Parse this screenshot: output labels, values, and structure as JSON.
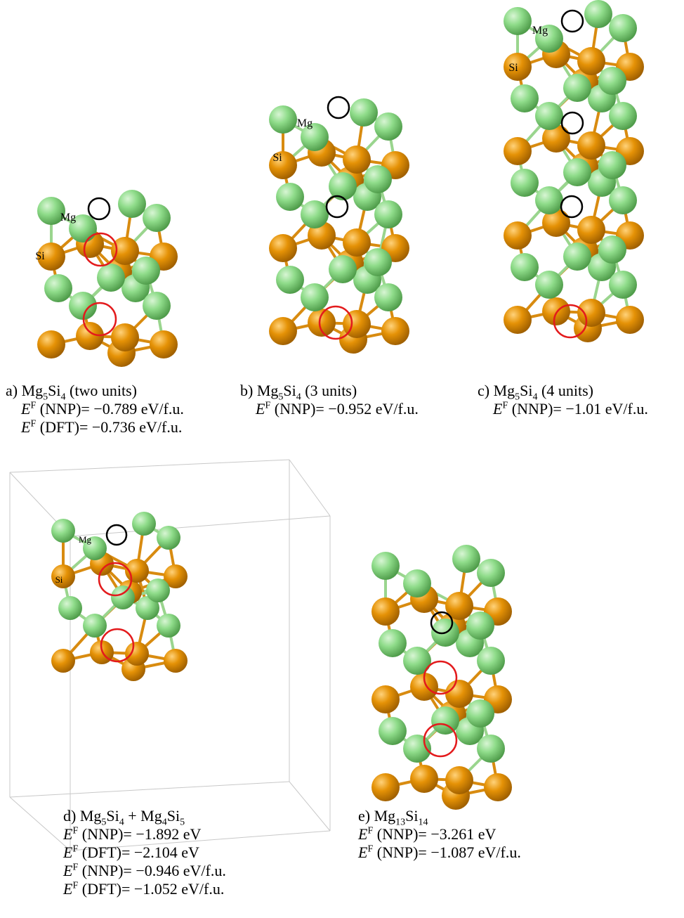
{
  "colors": {
    "mg": "#8fdc8a",
    "mg_dark": "#58a852",
    "si": "#e59206",
    "si_dark": "#b36c00",
    "bond_mg": "#9ad58e",
    "bond_si": "#d88b10",
    "highlight": "#e31a1c",
    "vacancy": "#000000",
    "cell": "#c8c8c8"
  },
  "atom_labels": {
    "mg": "Mg",
    "si": "Si"
  },
  "panels": [
    {
      "id": "a",
      "title": "a) Mg5Si4 (two units)",
      "title_parts": [
        "a) Mg",
        "5",
        "Si",
        "4",
        " (two units)"
      ],
      "lines": [
        [
          "E",
          "F",
          " (NNP)= −0.789 eV/f.u."
        ],
        [
          "E",
          "F",
          " (DFT)= −0.736 eV/f.u."
        ]
      ]
    },
    {
      "id": "b",
      "title": "b) Mg5Si4 (3 units)",
      "title_parts": [
        "b) Mg",
        "5",
        "Si",
        "4",
        " (3 units)"
      ],
      "lines": [
        [
          "E",
          "F",
          " (NNP)= −0.952 eV/f.u."
        ]
      ]
    },
    {
      "id": "c",
      "title": "c) Mg5Si4 (4 units)",
      "title_parts": [
        "c) Mg",
        "5",
        "Si",
        "4",
        " (4 units)"
      ],
      "lines": [
        [
          "E",
          "F",
          " (NNP)= −1.01 eV/f.u."
        ]
      ]
    },
    {
      "id": "d",
      "title": "d) Mg5Si4 + Mg4Si5",
      "title_parts": [
        "d) Mg",
        "5",
        "Si",
        "4",
        " + Mg",
        "4",
        "Si",
        "5"
      ],
      "lines": [
        [
          "E",
          "F",
          " (NNP)= −1.892 eV"
        ],
        [
          "E",
          "F",
          " (DFT)= −2.104 eV"
        ],
        [
          "E",
          "F",
          " (NNP)= −0.946 eV/f.u."
        ],
        [
          "E",
          "F",
          " (DFT)= −1.052 eV/f.u."
        ]
      ]
    },
    {
      "id": "e",
      "title": "e) Mg13Si14",
      "title_parts": [
        "e) Mg",
        "13",
        "Si",
        "14"
      ],
      "lines": [
        [
          "E",
          "F",
          " (NNP)= −3.261 eV"
        ],
        [
          "E",
          "F",
          " (NNP)= −1.087 eV/f.u."
        ]
      ]
    }
  ]
}
